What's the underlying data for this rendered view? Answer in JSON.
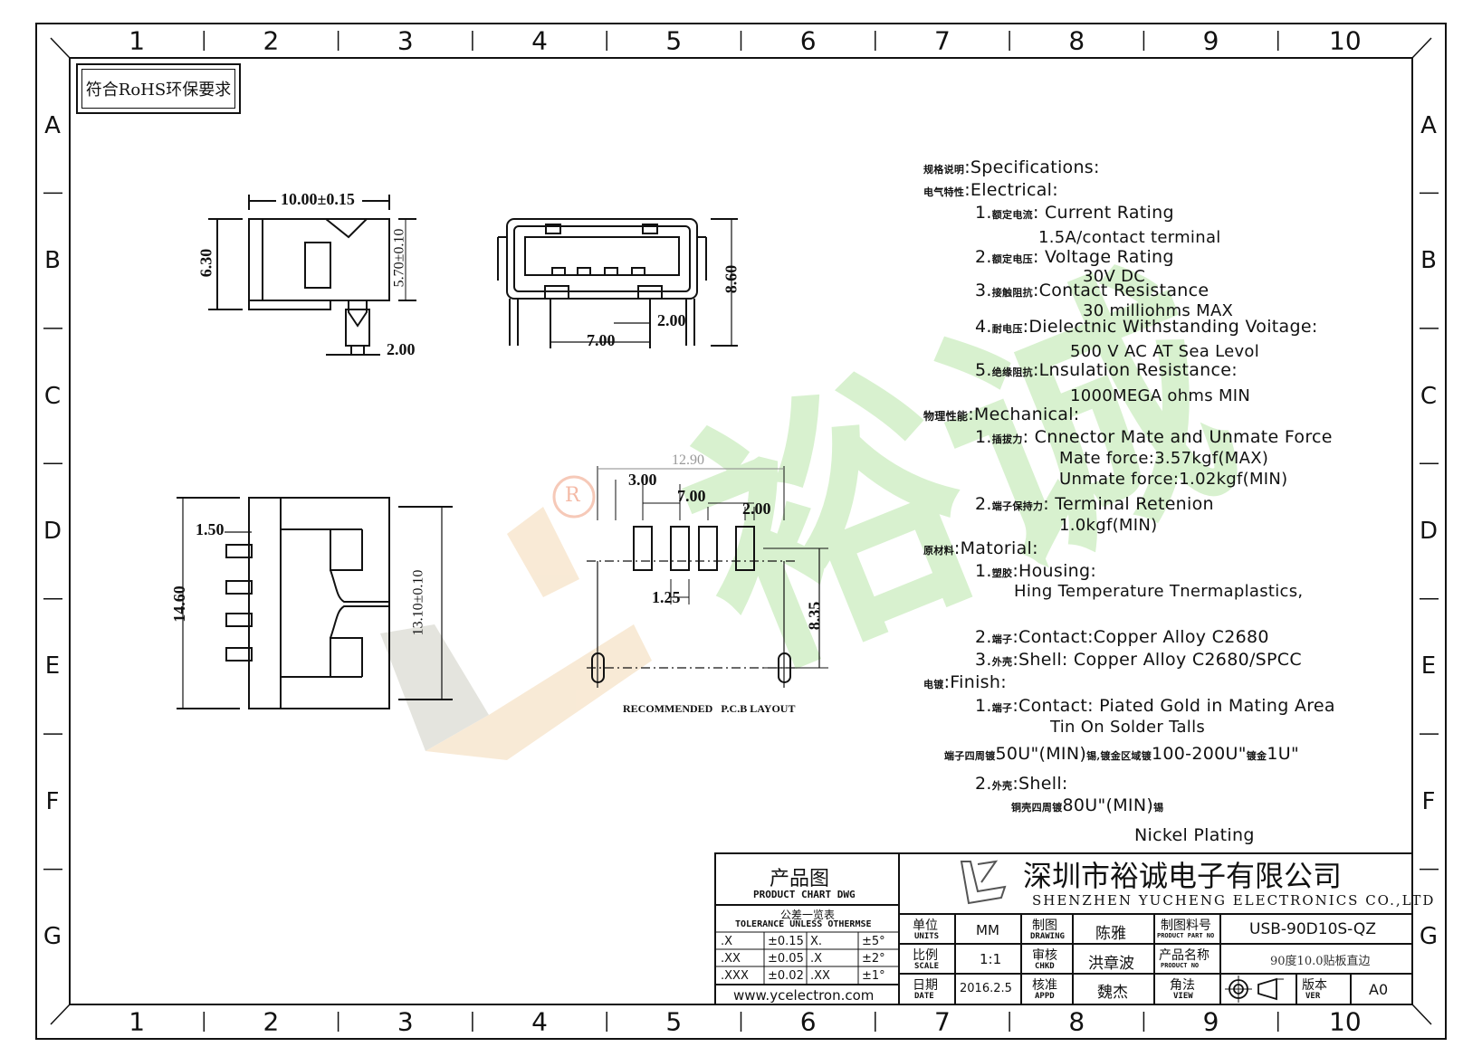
{
  "border": {
    "top_numbers": [
      "1",
      "2",
      "3",
      "4",
      "5",
      "6",
      "7",
      "8",
      "9",
      "10"
    ],
    "side_letters": [
      "A",
      "B",
      "C",
      "D",
      "E",
      "F",
      "G"
    ]
  },
  "rohs_label": "符合RoHS环保要求",
  "watermark": {
    "text": "裕诚",
    "mark": "R"
  },
  "drawing": {
    "dims": {
      "d_10_00": "10.00±0.15",
      "d_6_30": "6.30",
      "d_5_70": "5.70±0.10",
      "d_2_00_a": "2.00",
      "d_8_60": "8.60",
      "d_2_00_b": "2.00",
      "d_7_00_a": "7.00",
      "d_1_50": "1.50",
      "d_14_60": "14.60",
      "d_13_10": "13.10±0.10",
      "d_12_90": "12.90",
      "d_3_00": "3.00",
      "d_7_00_b": "7.00",
      "d_2_00_c": "2.00",
      "d_1_25": "1.25",
      "d_8_35": "8.35"
    },
    "pcb_label": "RECOMMENDED   P.C.B LAYOUT"
  },
  "specs": {
    "l1_cn": "规格说明",
    "l1": ":Specifications:",
    "l2_cn": "电气特性",
    "l2": ":Electrical:",
    "l3_pre": "1.",
    "l3_cn": "额定电流",
    "l3": ": Current  Rating",
    "l4": "1.5A/contact  terminal",
    "l5_pre": "2.",
    "l5_cn": "额定电压",
    "l5": ": Voltage  Rating",
    "l6": "30V  DC",
    "l7_pre": "3.",
    "l7_cn": "接触阻抗",
    "l7": ":Contact  Resistance",
    "l8": "30  milliohms  MAX",
    "l9_pre": "4.",
    "l9_cn": "耐电压",
    "l9": ":Dielectnic  Withstanding  Voitage:",
    "l10": "500  V  AC  AT  Sea  Levol",
    "l11_pre": "5.",
    "l11_cn": "绝缘阻抗",
    "l11": ":Lnsulation  Resistance:",
    "l12": "1000MEGA  ohms  MIN",
    "l13_cn": "物理性能",
    "l13": ":Mechanical:",
    "l14_pre": "1.",
    "l14_cn": "插拔力",
    "l14": ": Cnnector  Mate  and  Unmate  Force",
    "l15": "Mate  force:3.57kgf(MAX)",
    "l16": "Unmate  force:1.02kgf(MIN)",
    "l17_pre": "2.",
    "l17_cn": "端子保持力",
    "l17": ": Terminal  Retenion",
    "l18": "1.0kgf(MIN)",
    "l19_cn": "原材料",
    "l19": ":Matorial:",
    "l20_pre": "1.",
    "l20_cn": "塑胶",
    "l20": ":Housing:",
    "l21": "Hing  Temperature    Tnermaplastics,",
    "l22_pre": "2.",
    "l22_cn": "端子",
    "l22": ":Contact:Copper  Alloy  C2680",
    "l23_pre": "3.",
    "l23_cn": "外壳",
    "l23": ":Shell:  Copper  Alloy  C2680/SPCC",
    "l24_cn": "电镀",
    "l24": ":Finish:",
    "l25_pre": "1.",
    "l25_cn": "端子",
    "l25": ":Contact:  Piated  Gold  in  Mating  Area",
    "l26": "Tin  On  Solder  Talls",
    "l27_cn1": "端子四周镀",
    "l27_a": "50U\"(MIN)",
    "l27_cn2": "锡,镀金区域镀",
    "l27_b": "100-200U\"",
    "l27_cn3": "镀金",
    "l27_c": "1U\"",
    "l28_pre": "2.",
    "l28_cn": "外壳",
    "l28": ":Shell:",
    "l29_cn1": "铜壳四周镀",
    "l29_a": "80U\"(MIN)",
    "l29_cn2": "锡",
    "l30": "Nickel  Plating"
  },
  "title_block": {
    "chart_cn": "产品图",
    "chart_en": "PRODUCT  CHART  DWG",
    "tol_cn": "公差一览表",
    "tol_en": "TOLERANCE  UNLESS  OTHERMSE",
    "tol_rows": [
      [
        ".X",
        "±0.15",
        "X.",
        "±5°"
      ],
      [
        ".XX",
        "±0.05",
        ".X",
        "±2°"
      ],
      [
        ".XXX",
        "±0.02",
        ".XX",
        "±1°"
      ]
    ],
    "website": "www.ycelectron.com",
    "company_cn": "深圳市裕诚电子有限公司",
    "company_en": "SHENZHEN  YUCHENG  ELECTRONICS  CO.,LTD",
    "units_cn": "单位",
    "units_en": "UNITS",
    "units_val": "MM",
    "drawing_cn": "制图",
    "drawing_en": "DRAWING",
    "drawing_val": "陈雅",
    "partno_cn": "制图料号",
    "partno_en": "PRODUCT  PART  NO",
    "partno_val": "USB-90D10S-QZ",
    "scale_cn": "比例",
    "scale_en": "SCALE",
    "scale_val": "1:1",
    "chkd_cn": "审核",
    "chkd_en": "CHKD",
    "chkd_val": "洪章波",
    "pname_cn": "产品名称",
    "pname_en": "PRODUCT  NO",
    "pname_val": "90度10.0贴板直边",
    "date_cn": "日期",
    "date_en": "DATE",
    "date_val": "2016.2.5",
    "appd_cn": "核准",
    "appd_en": "APPD",
    "appd_val": "魏杰",
    "view_cn": "角法",
    "view_en": "VIEW",
    "ver_cn": "版本",
    "ver_en": "VER",
    "ver_val": "A0"
  }
}
